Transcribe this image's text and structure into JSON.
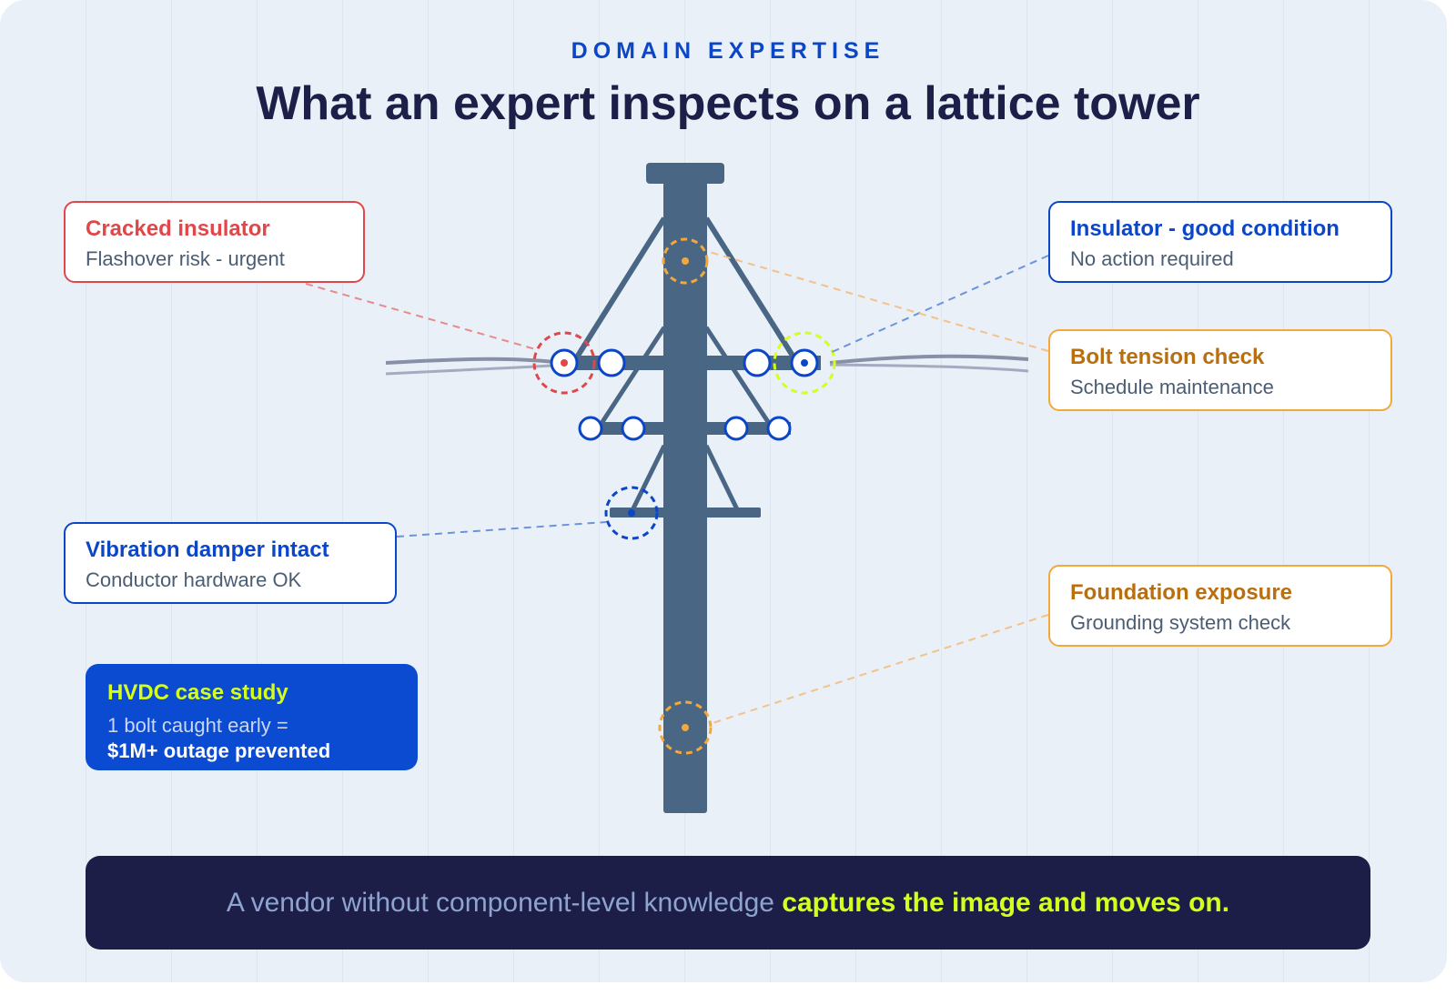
{
  "header": {
    "eyebrow": "DOMAIN EXPERTISE",
    "title": "What an expert inspects on a lattice tower"
  },
  "callouts": {
    "cracked_insulator": {
      "title": "Cracked insulator",
      "subtitle": "Flashover risk - urgent"
    },
    "insulator_good": {
      "title": "Insulator - good condition",
      "subtitle": "No action required"
    },
    "bolt_tension": {
      "title": "Bolt tension check",
      "subtitle": "Schedule maintenance"
    },
    "vibration_damper": {
      "title": "Vibration damper intact",
      "subtitle": "Conductor hardware OK"
    },
    "foundation": {
      "title": "Foundation exposure",
      "subtitle": "Grounding system check"
    }
  },
  "case_study": {
    "title": "HVDC case study",
    "line1": "1 bolt caught early =",
    "line2": "$1M+ outage prevented"
  },
  "banner": {
    "normal": "A vendor without component-level knowledge ",
    "highlight": "captures the image and moves on."
  },
  "colors": {
    "urgent": "#e0474b",
    "ok": "#0b46c9",
    "maintenance": "#f2a93a",
    "highlight": "#d5ff1c",
    "tower": "#4a6685",
    "dark": "#1c1e47"
  }
}
